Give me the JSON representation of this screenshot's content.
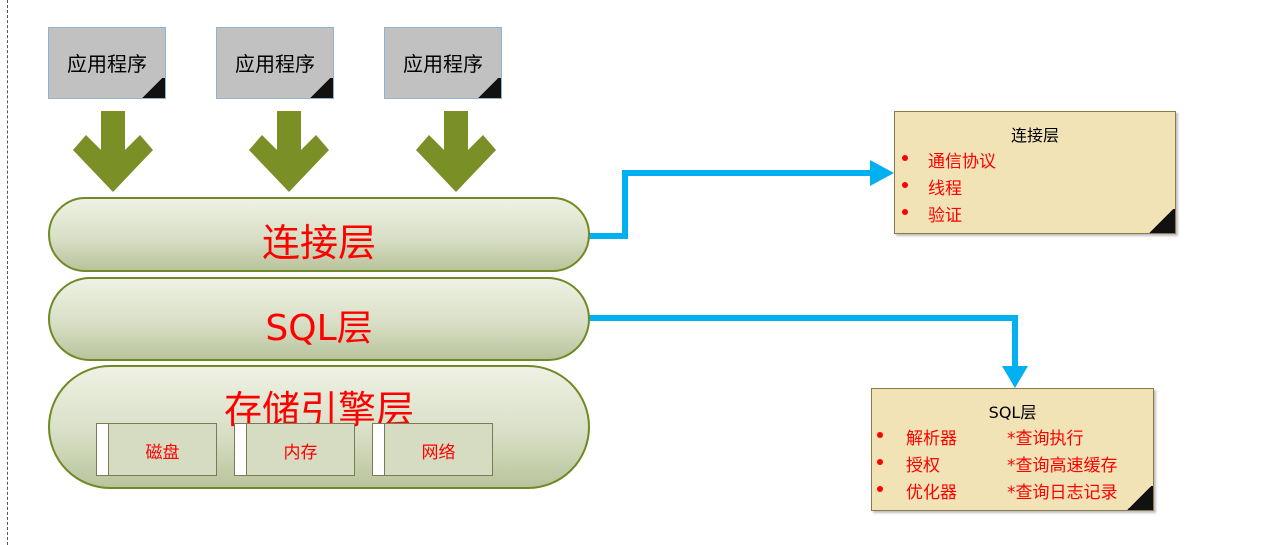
{
  "apps": [
    "应用程序",
    "应用程序",
    "应用程序"
  ],
  "layers": {
    "connection": "连接层",
    "sql": "SQL层",
    "storage": "存储引擎层"
  },
  "storage_items": [
    "磁盘",
    "内存",
    "网络"
  ],
  "notes": {
    "connection": {
      "title": "连接层",
      "items": [
        "通信协议",
        "线程",
        "验证"
      ]
    },
    "sql": {
      "title": "SQL层",
      "left_items": [
        "解析器",
        "授权",
        "优化器"
      ],
      "right_items": [
        "*查询执行",
        "*查询高速缓存",
        "*查询日志记录"
      ]
    }
  },
  "colors": {
    "arrow_green": "#7a8f26",
    "connector_blue": "#00b0f0",
    "label_red": "#ff0000"
  }
}
